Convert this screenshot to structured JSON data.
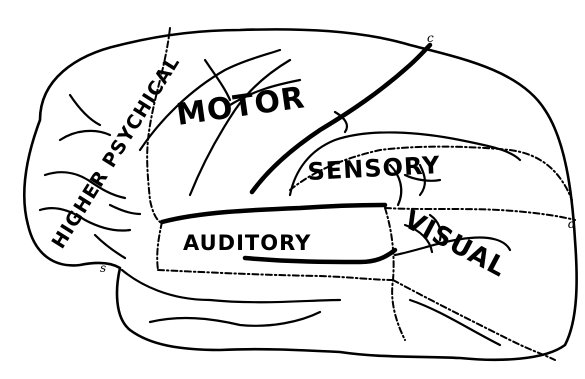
{
  "regions": {
    "higher_psychical": "HIGHER PSYCHICAL",
    "motor": "MOTOR",
    "sensory": "SENSORY",
    "auditory": "AUDITORY",
    "visual": "VISUAL"
  },
  "markers": {
    "c": "c",
    "d": "d",
    "s": "s"
  }
}
